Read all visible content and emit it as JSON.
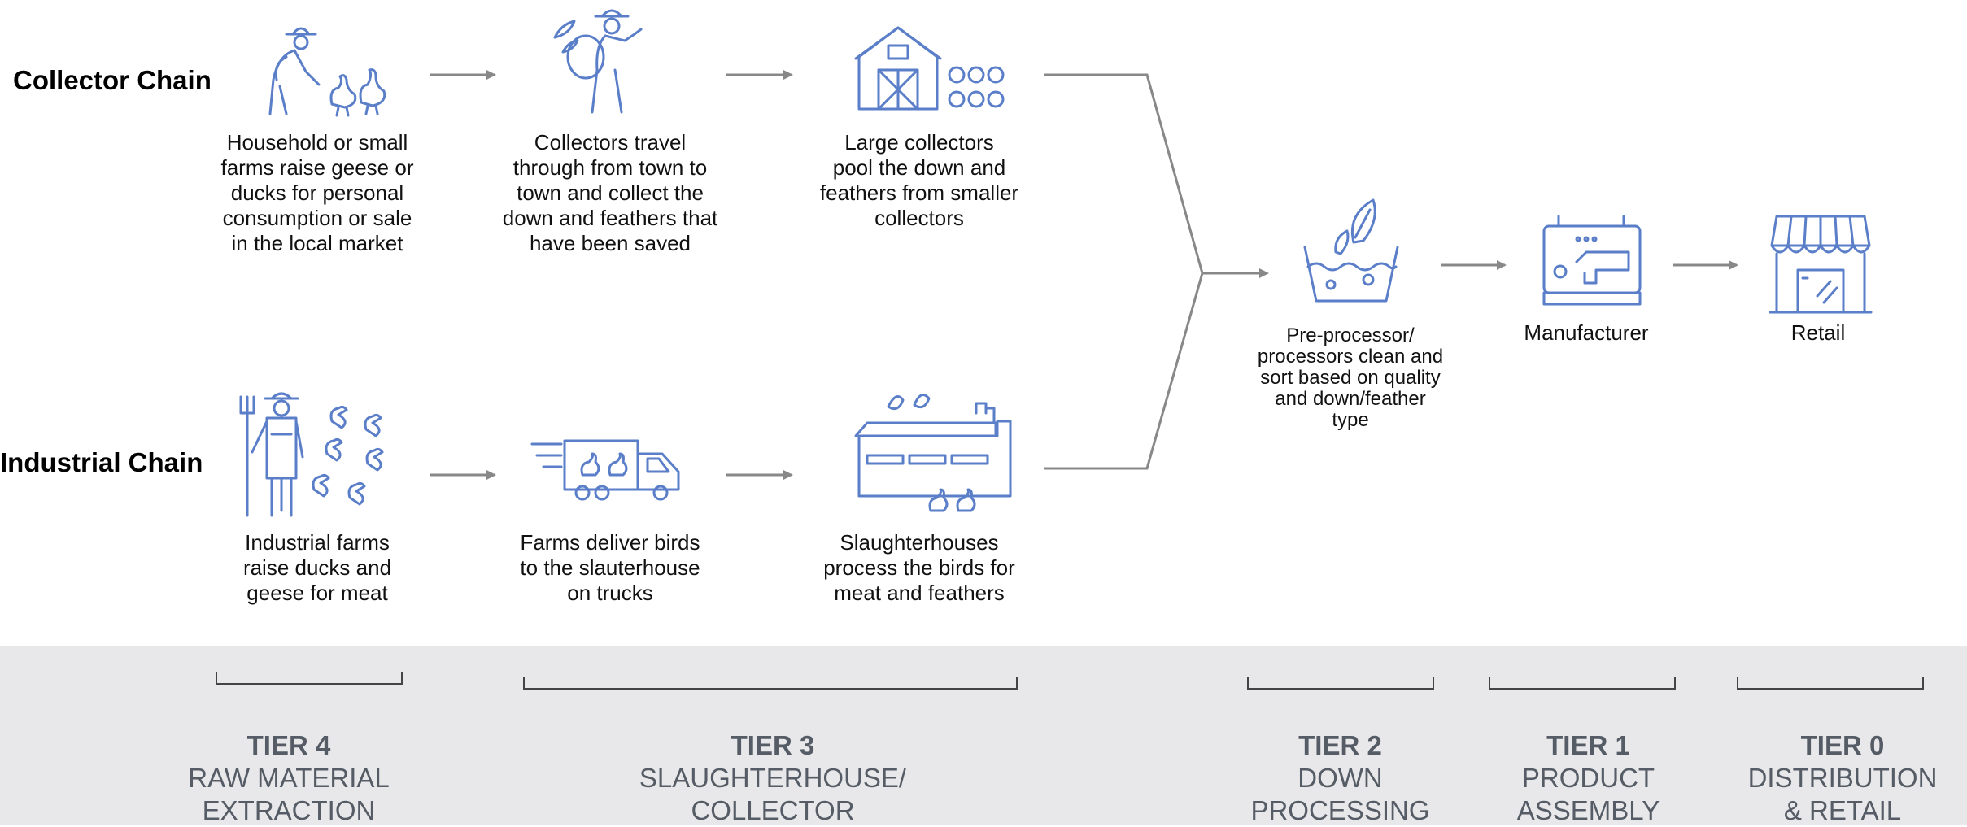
{
  "chains": {
    "collector_label": "Collector Chain",
    "industrial_label": "Industrial Chain"
  },
  "collector_steps": [
    {
      "caption": "Household or small\nfarms raise geese or\nducks for personal\nconsumption or sale\nin the local market",
      "icon": "farmer-with-geese-icon"
    },
    {
      "caption": "Collectors travel\nthrough from town to\ntown and collect the\ndown and feathers that\nhave been saved",
      "icon": "collector-with-sack-icon"
    },
    {
      "caption": "Large collectors\npool the down and\nfeathers from smaller\ncollectors",
      "icon": "barn-with-sacks-icon"
    }
  ],
  "industrial_steps": [
    {
      "caption": "Industrial farms\nraise ducks and\ngeese for meat",
      "icon": "farmer-with-pitchfork-icon"
    },
    {
      "caption": "Farms deliver birds\nto the slauterhouse\non trucks",
      "icon": "delivery-truck-icon"
    },
    {
      "caption": "Slaughterhouses\nprocess the birds for\nmeat and feathers",
      "icon": "slaughterhouse-icon"
    }
  ],
  "shared_steps": [
    {
      "caption": "Pre-processor/\nprocessors clean and\nsort based on quality\nand down/feather\ntype",
      "icon": "washing-basin-icon"
    },
    {
      "caption": "Manufacturer",
      "icon": "sewing-machine-icon"
    },
    {
      "caption": "Retail",
      "icon": "storefront-icon"
    }
  ],
  "tiers": [
    {
      "number": "TIER 4",
      "name": "RAW MATERIAL\nEXTRACTION"
    },
    {
      "number": "TIER 3",
      "name": "SLAUGHTERHOUSE/\nCOLLECTOR"
    },
    {
      "number": "TIER 2",
      "name": "DOWN\nPROCESSING"
    },
    {
      "number": "TIER 1",
      "name": "PRODUCT\nASSEMBLY"
    },
    {
      "number": "TIER 0",
      "name": "DISTRIBUTION\n& RETAIL"
    }
  ],
  "colors": {
    "icon": "#5b7ec9",
    "arrow": "#888888",
    "band": "#e8e8ea",
    "tier_text": "#555c66"
  }
}
